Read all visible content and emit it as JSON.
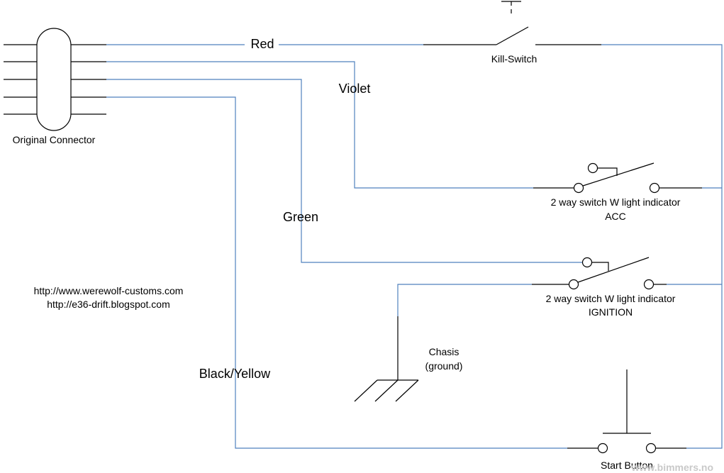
{
  "wire_labels": {
    "red": "Red",
    "violet": "Violet",
    "green": "Green",
    "black_yellow": "Black/Yellow"
  },
  "components": {
    "connector": "Original Connector",
    "kill_switch": "Kill-Switch",
    "acc_switch": {
      "line1": "2 way switch W light indicator",
      "line2": "ACC"
    },
    "ign_switch": {
      "line1": "2 way switch W light indicator",
      "line2": "IGNITION"
    },
    "chassis": {
      "line1": "Chasis",
      "line2": "(ground)"
    },
    "start_button": "Start Button"
  },
  "credits": {
    "url1": "http://www.werewolf-customs.com",
    "url2": "http://e36-drift.blogspot.com"
  },
  "watermark": "www.bimmers.no",
  "colors": {
    "wire": "#4f81bd",
    "symbol": "#000000"
  }
}
